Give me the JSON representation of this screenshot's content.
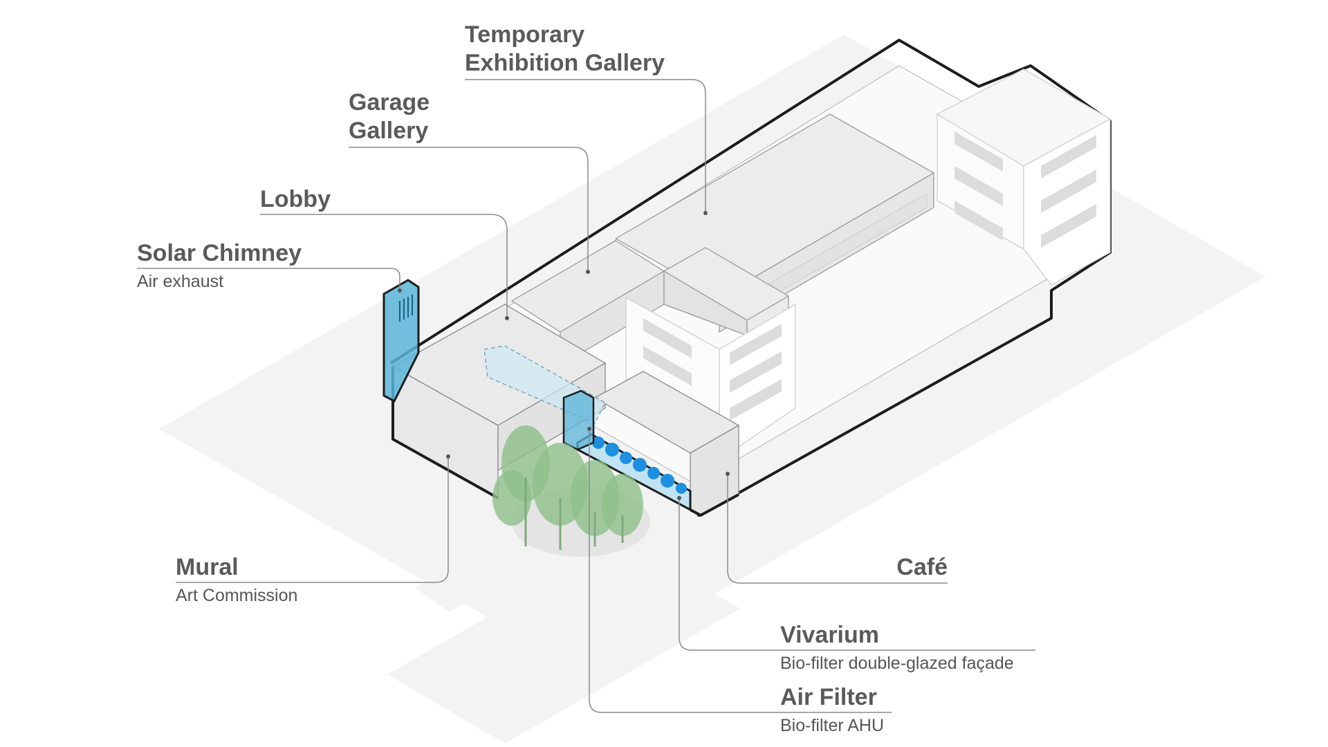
{
  "labels": {
    "temporary_gallery": {
      "line1": "Temporary",
      "line2": "Exhibition Gallery"
    },
    "garage_gallery": {
      "line1": "Garage",
      "line2": "Gallery"
    },
    "lobby": {
      "title": "Lobby"
    },
    "solar_chimney": {
      "title": "Solar Chimney",
      "sub": "Air exhaust"
    },
    "mural": {
      "title": "Mural",
      "sub": "Art Commission"
    },
    "cafe": {
      "title": "Café"
    },
    "vivarium": {
      "title": "Vivarium",
      "sub": "Bio-filter double-glazed façade"
    },
    "air_filter": {
      "title": "Air Filter",
      "sub": "Bio-filter AHU"
    }
  },
  "colors": {
    "label_text": "#5a5a5a",
    "leader_line": "#8a8a8a",
    "outline": "#1c1c1c",
    "volume_fill": "#eeeeee",
    "ground": "#f3f3f3",
    "glass_blue": "#5ab4d8",
    "plants_blue": "#1e8fe0",
    "trees_green": "#8fbf8a"
  }
}
